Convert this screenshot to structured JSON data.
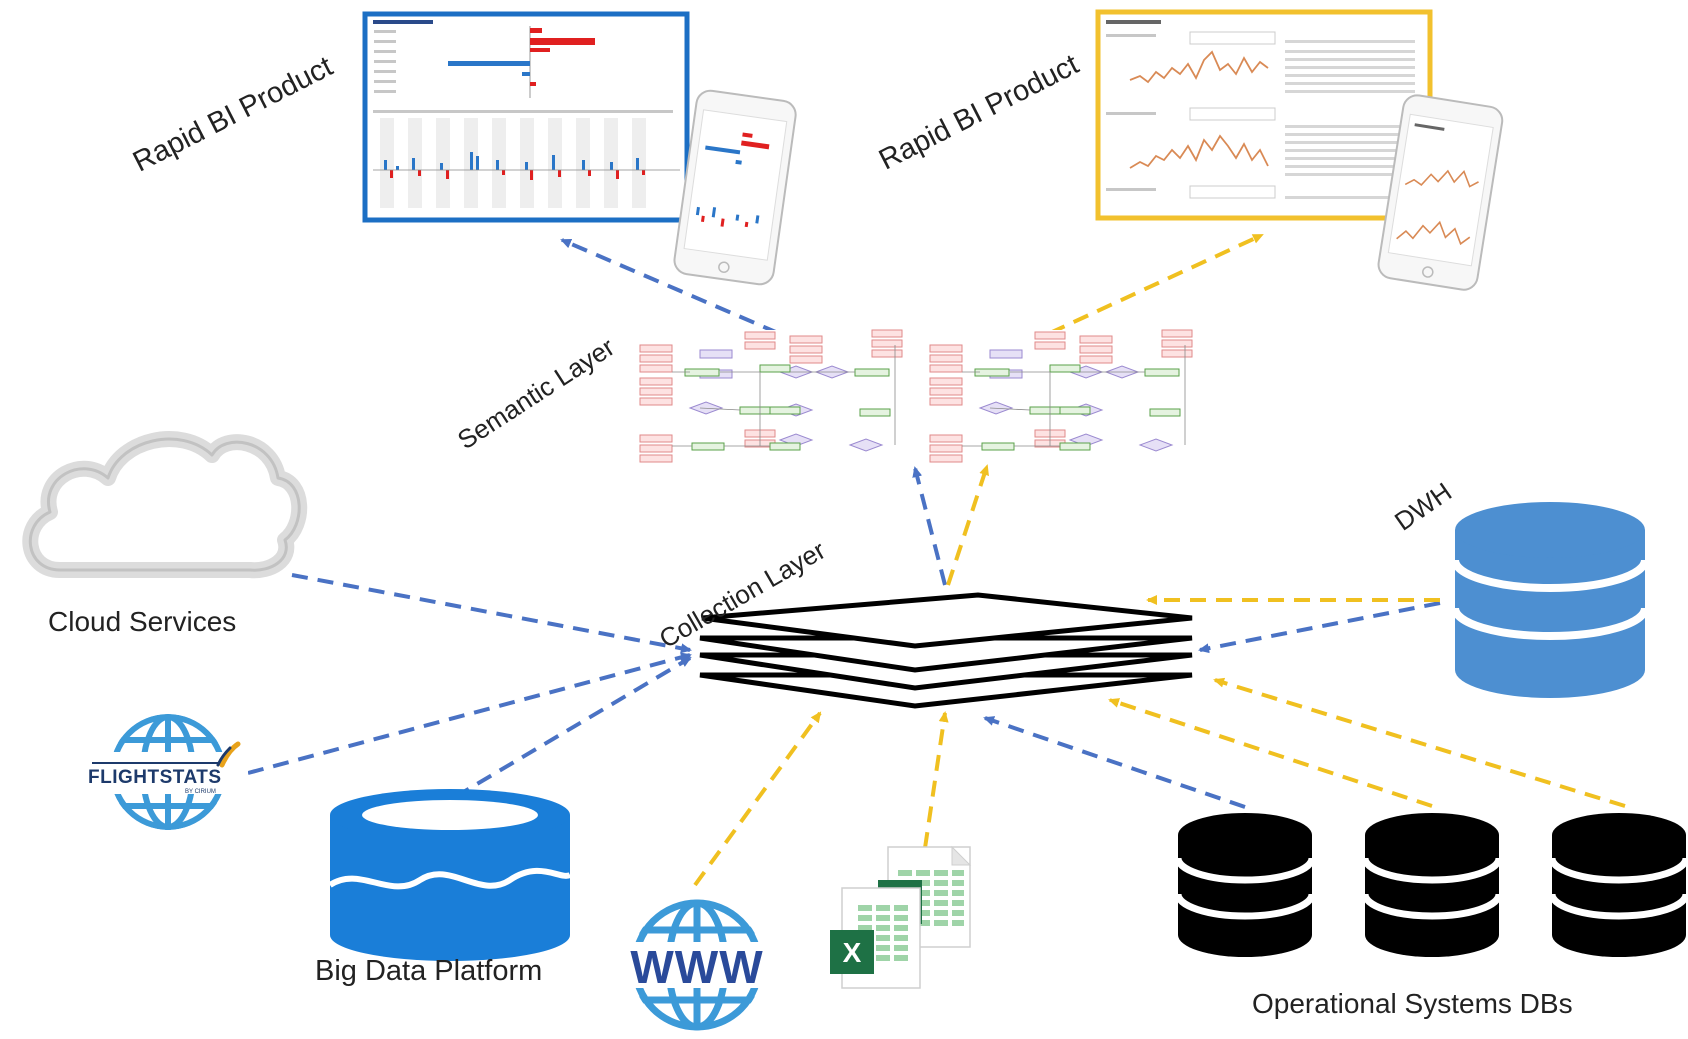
{
  "labels": {
    "rapid_bi_left": "Rapid BI Product",
    "rapid_bi_right": "Rapid BI Product",
    "semantic_layer": "Semantic Layer",
    "collection_layer": "Collection Layer",
    "cloud_services": "Cloud Services",
    "dwh": "DWH",
    "big_data_platform": "Big Data Platform",
    "operational_dbs": "Operational Systems DBs"
  },
  "logos": {
    "flightstats": "FLIGHTSTATS",
    "flightstats_sub": "BY CIRIUM",
    "www": "WWW",
    "excel_letter": "X"
  },
  "colors": {
    "blue_arrow": "#4a72c4",
    "yellow_arrow": "#f0c020",
    "db_blue": "#4d8fd1",
    "lake_blue": "#1a7ed8",
    "dashboard_blue_frame": "#1c6fc4",
    "dashboard_yellow_frame": "#f2c12e",
    "excel_green": "#1e7145"
  },
  "icons": [
    "cloud-icon",
    "flightstats-globe-icon",
    "big-data-lake-icon",
    "www-globe-icon",
    "excel-icon",
    "dwh-database-icon",
    "operational-database-icon",
    "stacked-layers-icon",
    "er-diagram-icon",
    "phone-icon"
  ]
}
